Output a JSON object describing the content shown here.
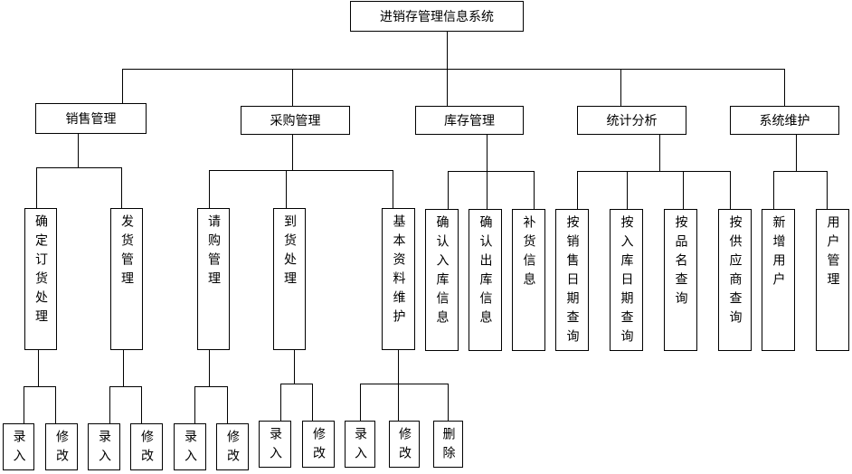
{
  "root": "进销存管理信息系统",
  "modules": [
    {
      "label": "销售管理",
      "children": [
        {
          "label": "确定订货处理",
          "children": [
            "录入",
            "修改"
          ]
        },
        {
          "label": "发货管理",
          "children": [
            "录入",
            "修改"
          ]
        }
      ]
    },
    {
      "label": "采购管理",
      "children": [
        {
          "label": "请购管理",
          "children": [
            "录入",
            "修改"
          ]
        },
        {
          "label": "到货处理",
          "children": [
            "录入",
            "修改"
          ]
        },
        {
          "label": "基本资料维护",
          "children": [
            "录入",
            "修改",
            "删除"
          ]
        }
      ]
    },
    {
      "label": "库存管理",
      "children": [
        {
          "label": "确认入库信息"
        },
        {
          "label": "确认出库信息"
        },
        {
          "label": "补货信息"
        }
      ]
    },
    {
      "label": "统计分析",
      "children": [
        {
          "label": "按销售日期查询"
        },
        {
          "label": "按入库日期查询"
        },
        {
          "label": "按品名查询"
        },
        {
          "label": "按供应商查询"
        }
      ]
    },
    {
      "label": "系统维护",
      "children": [
        {
          "label": "新增用户"
        },
        {
          "label": "用户管理"
        }
      ]
    }
  ]
}
